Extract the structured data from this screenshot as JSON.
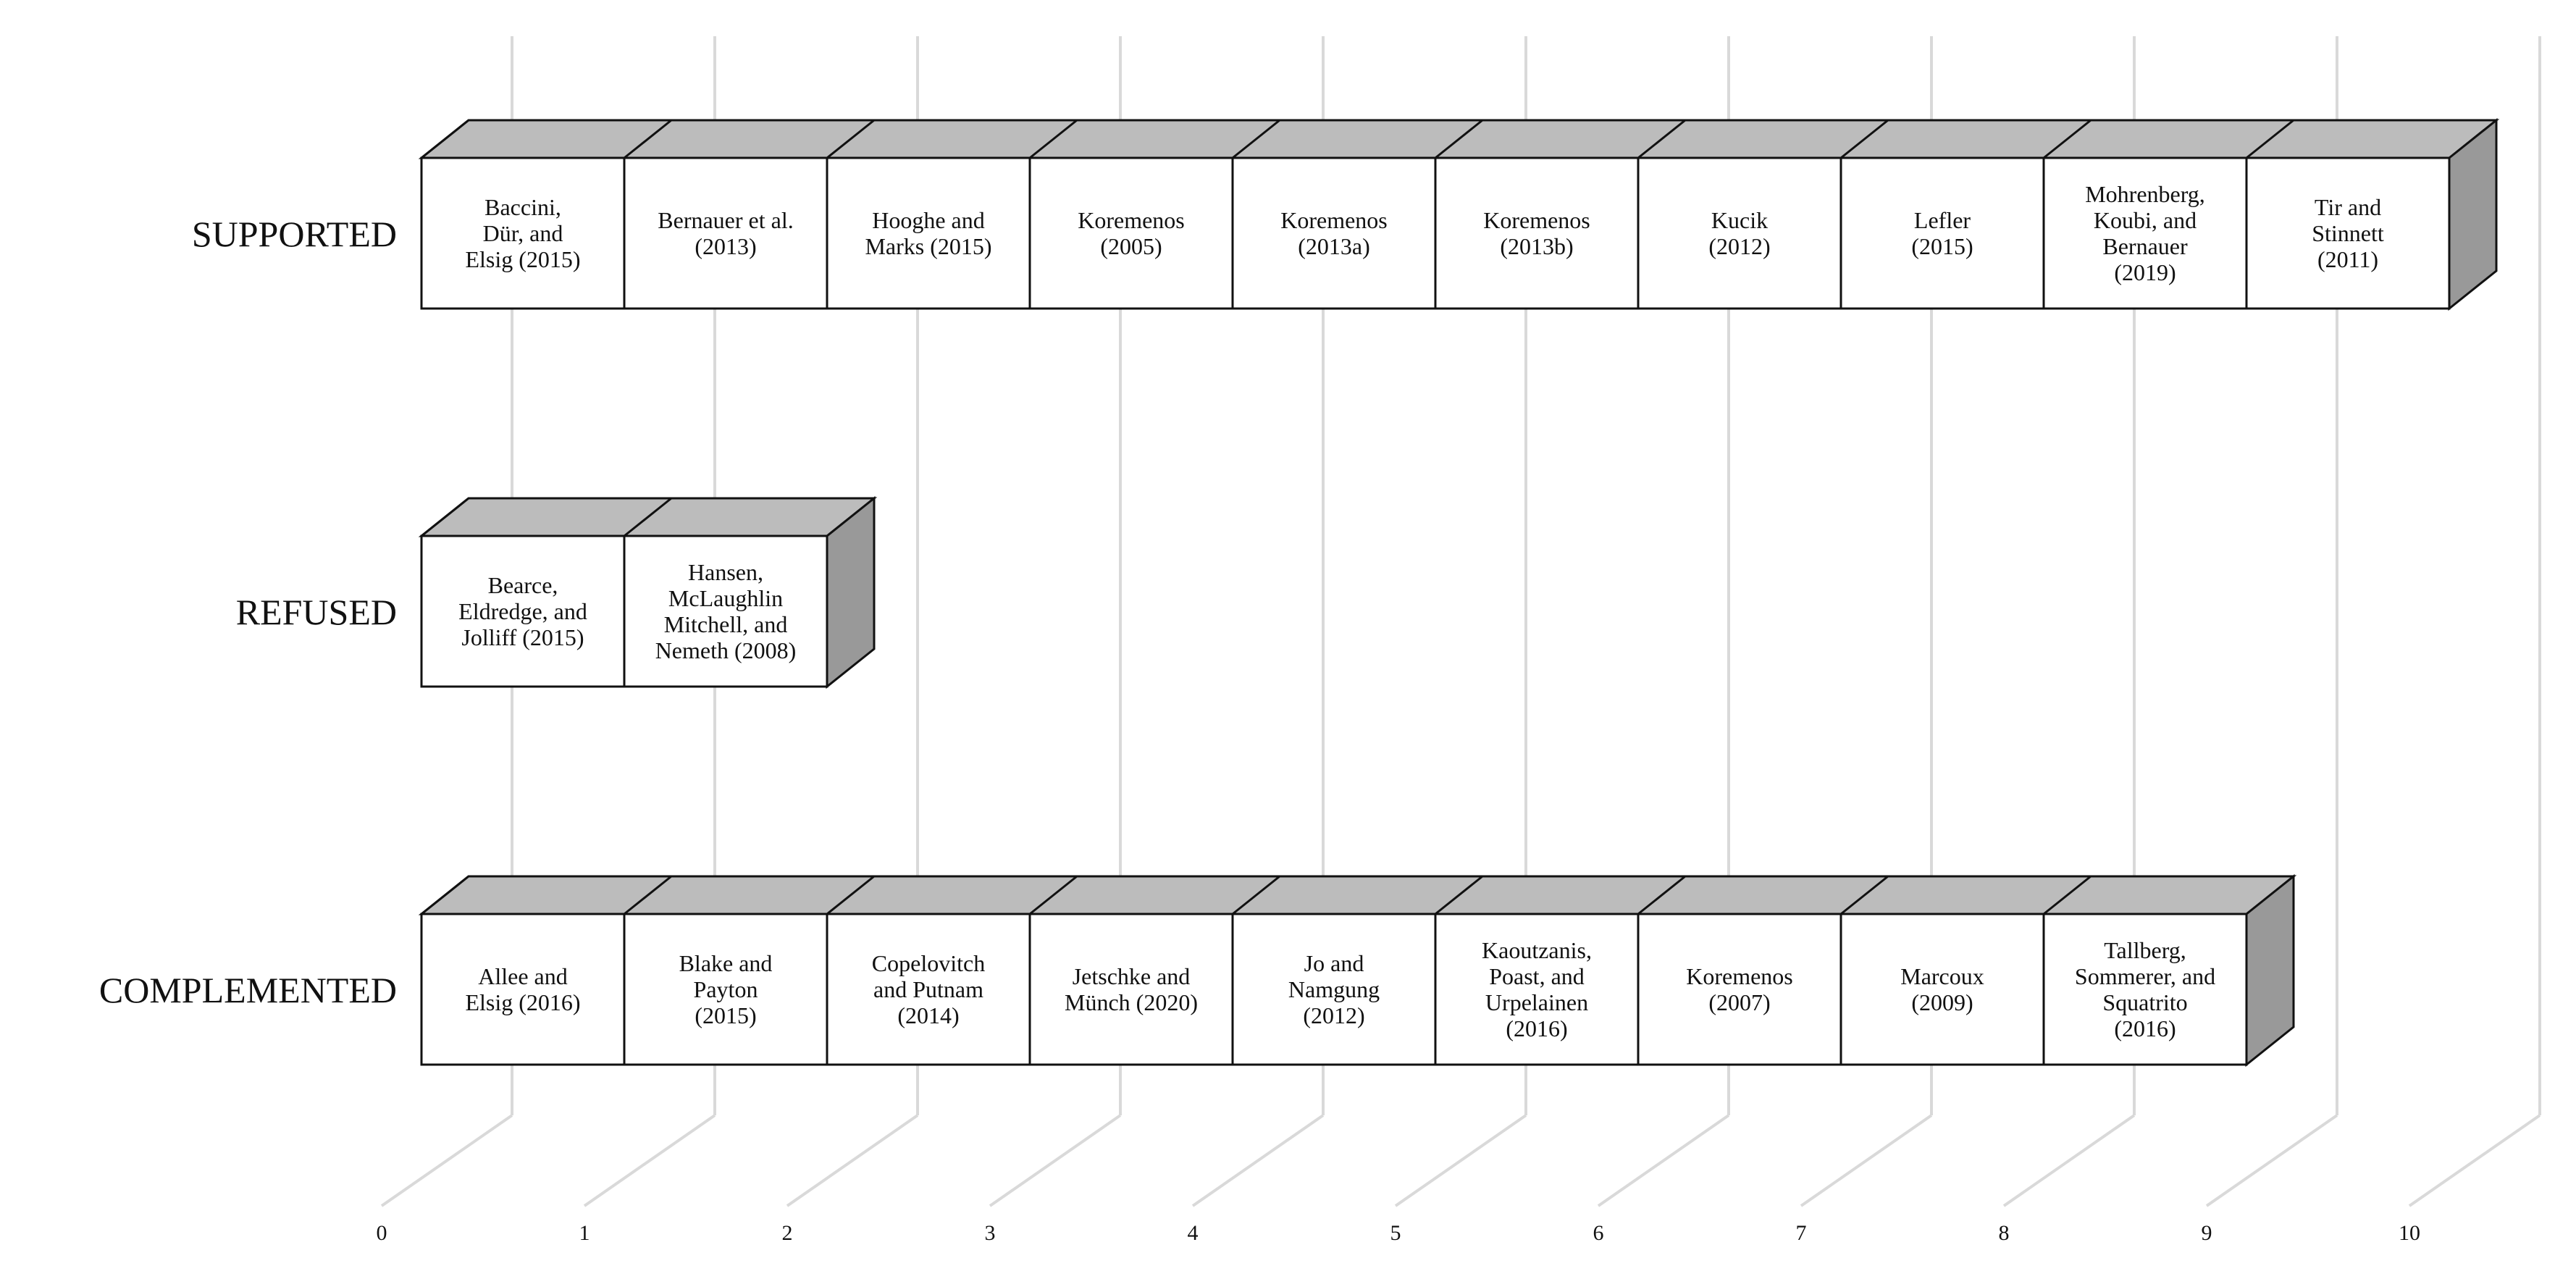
{
  "chart_data": {
    "type": "bar",
    "orientation": "horizontal",
    "style": "3d-stacked-blocks",
    "xlim": [
      0,
      10
    ],
    "x_ticks": [
      "0",
      "1",
      "2",
      "3",
      "4",
      "5",
      "6",
      "7",
      "8",
      "9",
      "10"
    ],
    "grid": true,
    "colors": {
      "block_face": "#ffffff",
      "block_top": "#bcbcbc",
      "block_side": "#999999",
      "edge": "#111111",
      "grid": "#d9d9d9"
    },
    "categories": [
      {
        "name": "SUPPORTED",
        "value": 10,
        "items": [
          [
            "Baccini,",
            "Dür, and",
            "Elsig (2015)"
          ],
          [
            "Bernauer et al.",
            "(2013)"
          ],
          [
            "Hooghe and",
            "Marks (2015)"
          ],
          [
            "Koremenos",
            "(2005)"
          ],
          [
            "Koremenos",
            "(2013a)"
          ],
          [
            "Koremenos",
            "(2013b)"
          ],
          [
            "Kucik",
            "(2012)"
          ],
          [
            "Lefler",
            "(2015)"
          ],
          [
            "Mohrenberg,",
            "Koubi, and",
            "Bernauer",
            "(2019)"
          ],
          [
            "Tir and",
            "Stinnett",
            "(2011)"
          ]
        ]
      },
      {
        "name": "REFUSED",
        "value": 2,
        "items": [
          [
            "Bearce,",
            "Eldredge, and",
            "Jolliff (2015)"
          ],
          [
            "Hansen,",
            "McLaughlin",
            "Mitchell, and",
            "Nemeth (2008)"
          ]
        ]
      },
      {
        "name": "COMPLEMENTED",
        "value": 9,
        "items": [
          [
            "Allee and",
            "Elsig (2016)"
          ],
          [
            "Blake and",
            "Payton",
            "(2015)"
          ],
          [
            "Copelovitch",
            "and Putnam",
            "(2014)"
          ],
          [
            "Jetschke and",
            "Münch (2020)"
          ],
          [
            "Jo and",
            "Namgung",
            "(2012)"
          ],
          [
            "Kaoutzanis,",
            "Poast, and",
            "Urpelainen",
            "(2016)"
          ],
          [
            "Koremenos",
            "(2007)"
          ],
          [
            "Marcoux",
            "(2009)"
          ],
          [
            "Tallberg,",
            "Sommerer, and",
            "Squatrito",
            "(2016)"
          ]
        ]
      }
    ]
  }
}
